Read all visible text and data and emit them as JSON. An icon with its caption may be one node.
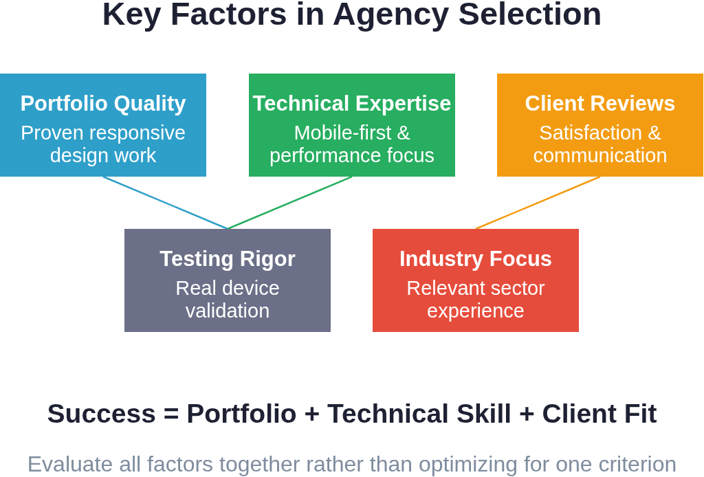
{
  "diagram": {
    "title": "Key Factors in Agency Selection",
    "nodes": [
      {
        "text": [
          "Portfolio Quality",
          "Proven responsive design work"
        ]
      },
      {
        "text": [
          "Technical Expertise",
          "Mobile-first & performance focus"
        ]
      },
      {
        "text": [
          "Client Reviews",
          "Satisfaction & communication"
        ]
      },
      {
        "text": [
          "Testing Rigor",
          "Real device validation"
        ]
      },
      {
        "text": [
          "Industry Focus",
          "Relevant sector experience"
        ]
      }
    ],
    "edges": [
      {
        "from": 0,
        "to": 3,
        "arrow": "none",
        "color": "#2e9fc9"
      },
      {
        "from": 1,
        "to": 3,
        "arrow": "none",
        "color": "#27ae60"
      },
      {
        "from": 2,
        "to": 4,
        "arrow": "none",
        "color": "#f39c12"
      }
    ],
    "labels": [
      "Success = Portfolio + Technical Skill + Client Fit"
    ],
    "caption": "Evaluate all factors together rather than optimizing for one criterion"
  }
}
